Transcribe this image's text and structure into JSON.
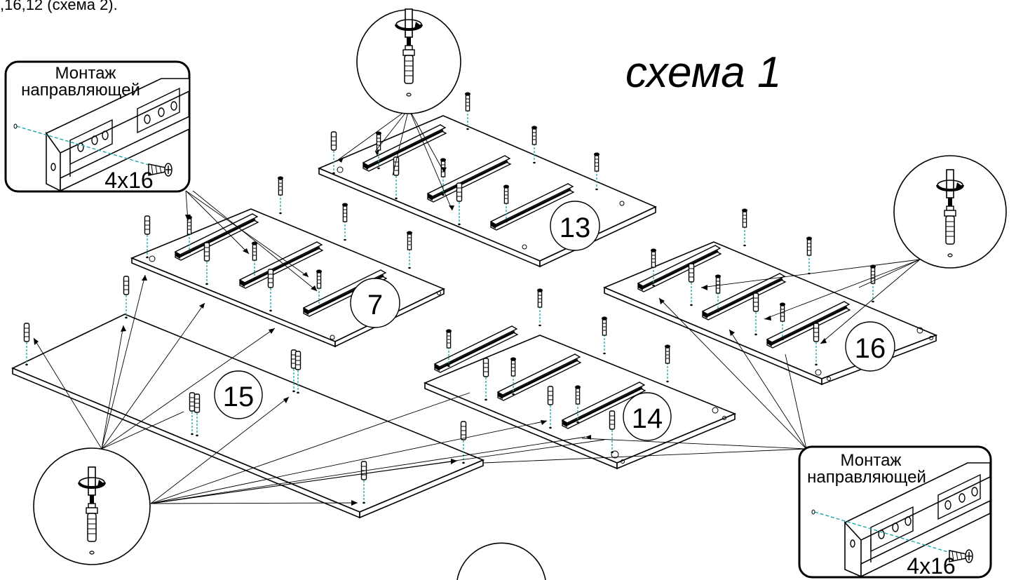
{
  "header": {
    "caption": ",16,12 (схема 2).",
    "scheme_title": "схема 1"
  },
  "callouts": {
    "top_left": {
      "title_line1": "Монтаж",
      "title_line2": "направляющей",
      "screw_size": "4x16"
    },
    "bottom_right": {
      "title_line1": "Монтаж",
      "title_line2": "направляющей",
      "screw_size": "4x16"
    }
  },
  "panels": [
    "13",
    "7",
    "16",
    "15",
    "14"
  ],
  "icons": [
    "screwdriver-detail-icon",
    "confirmat-screw-icon",
    "rail-slide-icon",
    "dowel-icon",
    "wood-screw-icon"
  ],
  "colors": {
    "line": "#000000",
    "axis": "#1aa5a5",
    "background": "#ffffff"
  }
}
